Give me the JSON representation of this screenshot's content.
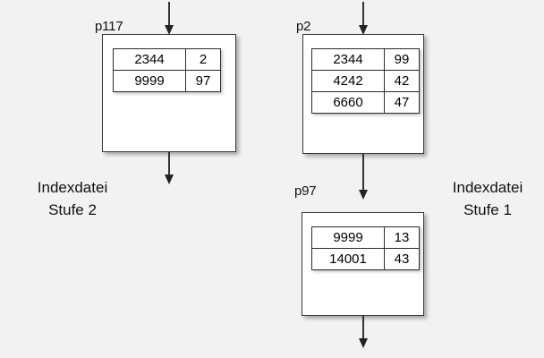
{
  "diagram": {
    "background_color": "#f2f2f2",
    "box_fill_color": "#ffffff",
    "box_border_color": "#3a3a3a",
    "arrow_color": "#333333",
    "text_color": "#111111"
  },
  "captions": {
    "left": {
      "line1": "Indexdatei",
      "line2": "Stufe 2"
    },
    "right": {
      "line1": "Indexdatei",
      "line2": "Stufe 1"
    }
  },
  "nodes": [
    {
      "id": "p117",
      "label": "p117",
      "level": 2,
      "entries": [
        {
          "key": "2344",
          "pointer": "2"
        },
        {
          "key": "9999",
          "pointer": "97"
        }
      ]
    },
    {
      "id": "p2",
      "label": "p2",
      "level": 1,
      "entries": [
        {
          "key": "2344",
          "pointer": "99"
        },
        {
          "key": "4242",
          "pointer": "42"
        },
        {
          "key": "6660",
          "pointer": "47"
        }
      ]
    },
    {
      "id": "p97",
      "label": "p97",
      "level": 1,
      "entries": [
        {
          "key": "9999",
          "pointer": "13"
        },
        {
          "key": "14001",
          "pointer": "43"
        }
      ]
    }
  ],
  "arrows": [
    {
      "id": "into-p117",
      "from": "top-edge",
      "to": "p117"
    },
    {
      "id": "out-of-p117",
      "from": "p117",
      "to": "bottom"
    },
    {
      "id": "into-p2",
      "from": "top-edge",
      "to": "p2"
    },
    {
      "id": "p2-to-p97",
      "from": "p2",
      "to": "p97"
    },
    {
      "id": "out-of-p97",
      "from": "p97",
      "to": "bottom"
    }
  ]
}
